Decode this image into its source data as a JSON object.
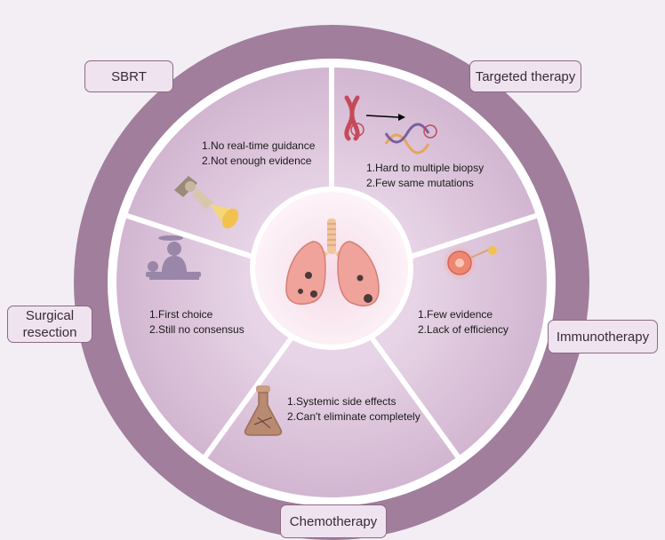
{
  "center": {
    "icon": "lungs-icon"
  },
  "segments": [
    {
      "id": "sbrt",
      "label": "SBRT",
      "icon": "radiotherapy-machine-icon",
      "points": [
        "1.No real-time guidance",
        "2.Not enough evidence"
      ]
    },
    {
      "id": "targeted",
      "label": "Targeted therapy",
      "icon": "chromosome-dna-target-icon",
      "points": [
        "1.Hard to multiple biopsy",
        "2.Few same mutations"
      ]
    },
    {
      "id": "immuno",
      "label": "Immunotherapy",
      "icon": "immune-cell-icon",
      "points": [
        "1.Few evidence",
        "2.Lack of efficiency"
      ]
    },
    {
      "id": "chemo",
      "label": "Chemotherapy",
      "icon": "flask-molecule-icon",
      "points": [
        "1.Systemic side effects",
        "2.Can't eliminate completely"
      ]
    },
    {
      "id": "surgery",
      "label_lines": [
        "Surgical",
        "resection"
      ],
      "icon": "surgeon-operating-icon",
      "points": [
        "1.First choice",
        "2.Still no consensus"
      ]
    }
  ],
  "colors": {
    "outer_ring": "#9c7898",
    "segment": "#ddc6dc",
    "divider": "#ffffff",
    "box_border": "#8c6a86"
  }
}
